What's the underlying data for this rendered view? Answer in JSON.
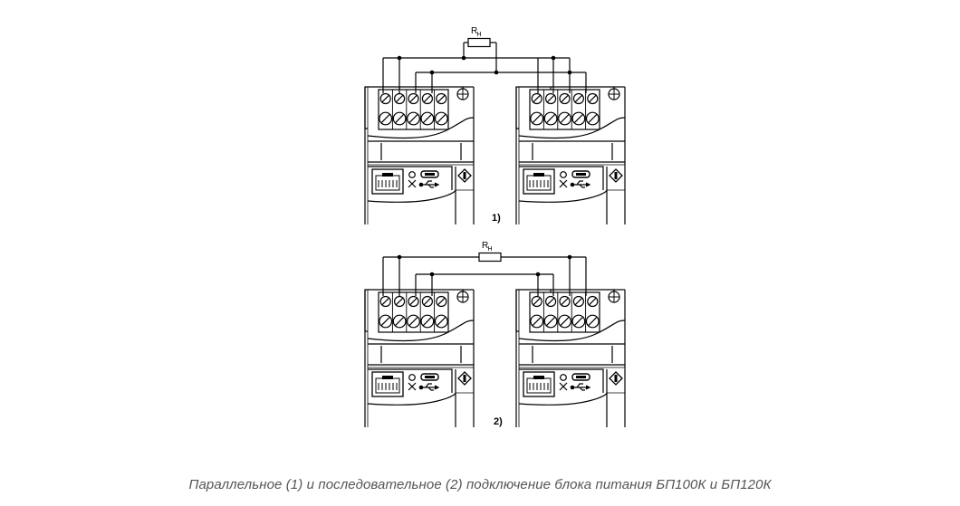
{
  "diagrams": [
    {
      "label": "1)",
      "resistor": {
        "label": "R",
        "subscript": "H"
      }
    },
    {
      "label": "2)",
      "resistor": {
        "label": "R",
        "subscript": "H"
      }
    }
  ],
  "caption": "Параллельное (1) и последовательное (2) подключение блока питания БП100К и БП120К"
}
